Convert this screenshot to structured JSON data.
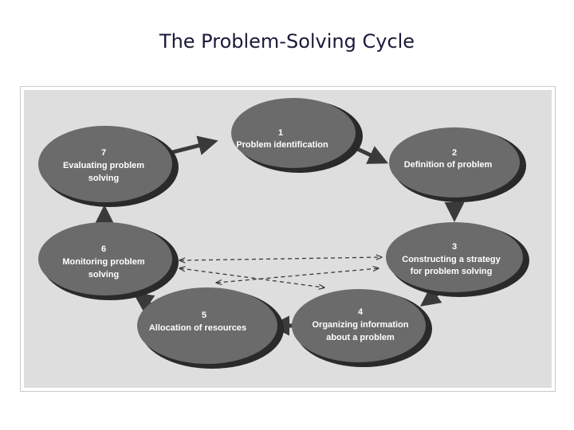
{
  "page": {
    "title": "The Problem-Solving Cycle"
  },
  "diagram": {
    "steps": [
      {
        "number": "1",
        "lines": [
          "Problem identification"
        ]
      },
      {
        "number": "2",
        "lines": [
          "Definition of problem"
        ]
      },
      {
        "number": "3",
        "lines": [
          "Constructing a strategy",
          "for problem solving"
        ]
      },
      {
        "number": "4",
        "lines": [
          "Organizing information",
          "about a problem"
        ]
      },
      {
        "number": "5",
        "lines": [
          "Allocation of resources"
        ]
      },
      {
        "number": "6",
        "lines": [
          "Monitoring problem",
          "solving"
        ]
      },
      {
        "number": "7",
        "lines": [
          "Evaluating problem",
          "solving"
        ]
      }
    ],
    "colors": {
      "node_fill": "#6b6b6b",
      "node_shadow": "#2a2a2a",
      "arrow": "#3a3a3a",
      "panel": "#dedede"
    }
  }
}
